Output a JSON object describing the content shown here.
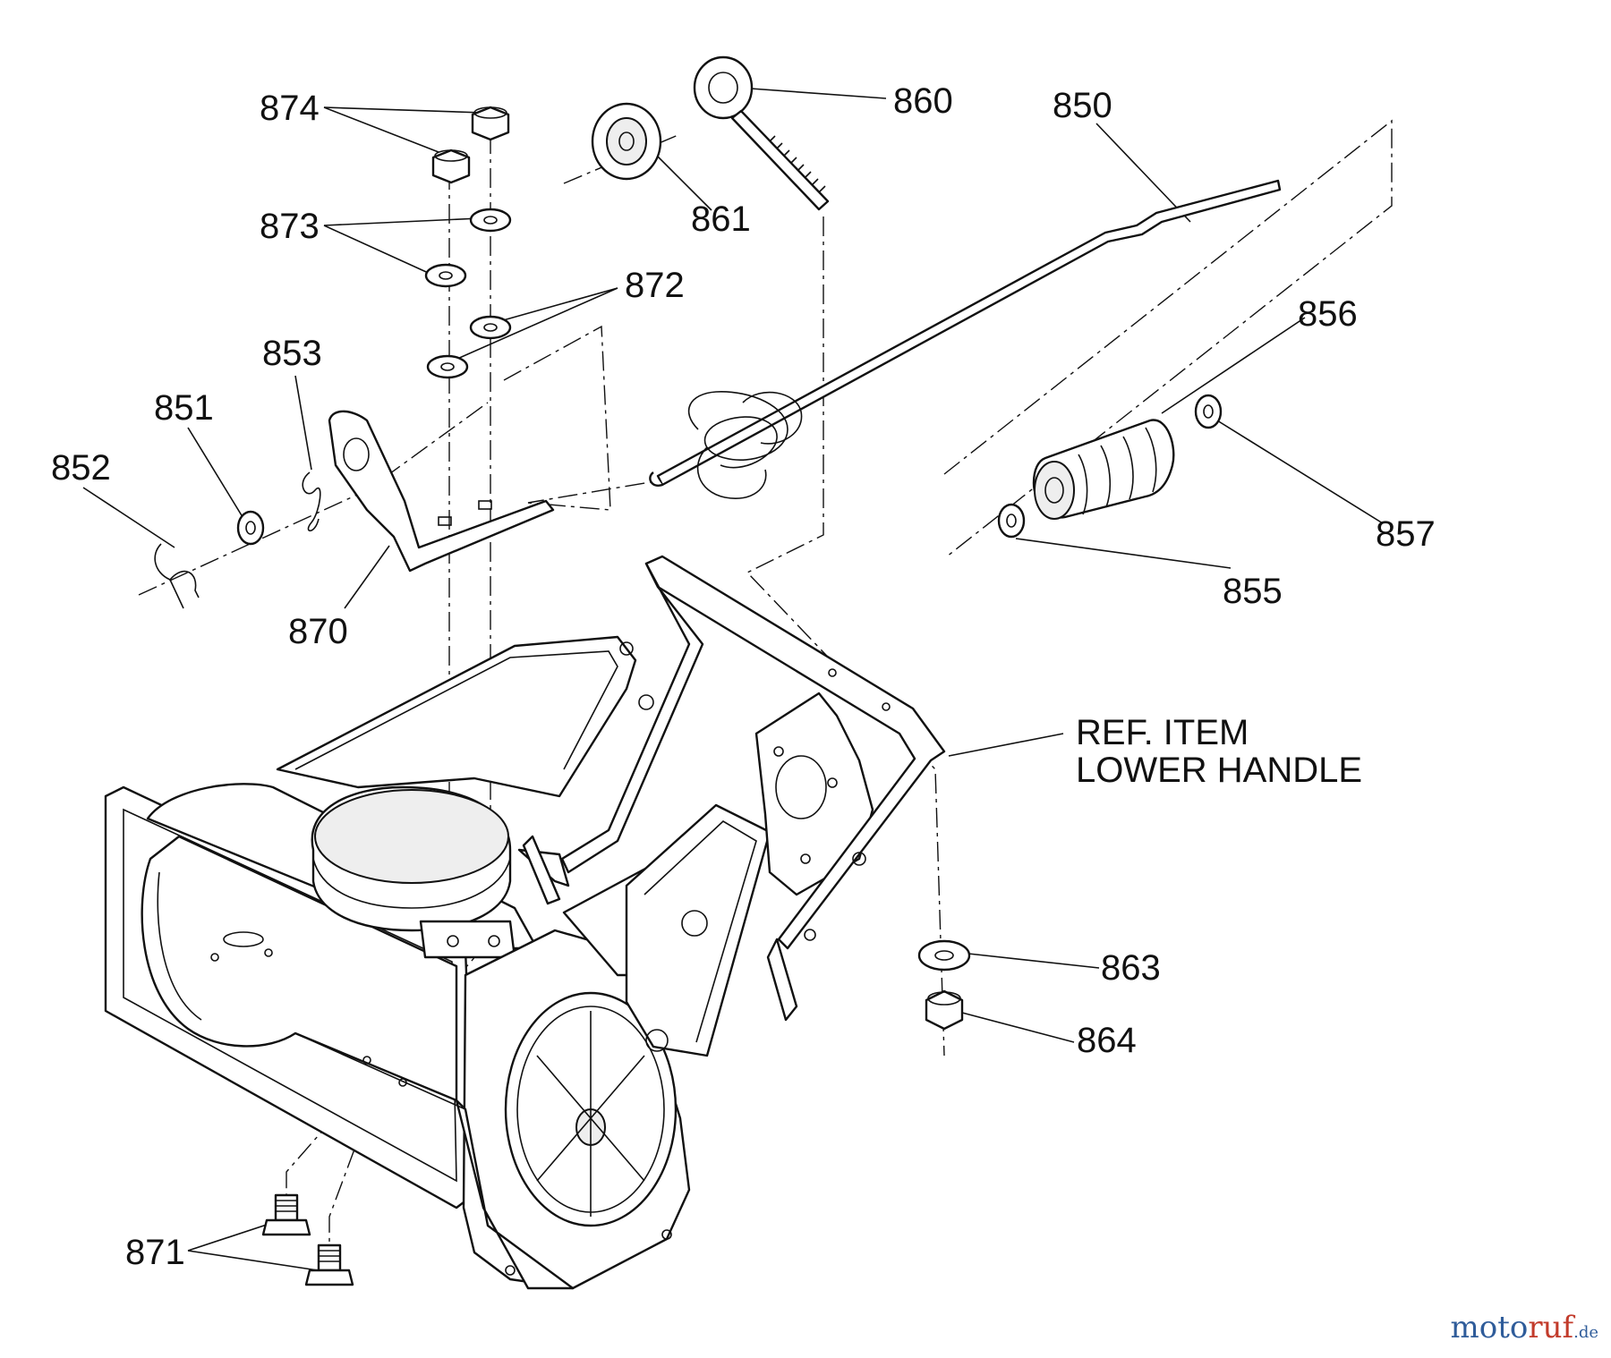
{
  "diagram": {
    "labels": {
      "p874": "874",
      "p873": "873",
      "p872": "872",
      "p853": "853",
      "p851": "851",
      "p852": "852",
      "p870": "870",
      "p860": "860",
      "p861": "861",
      "p850": "850",
      "p856": "856",
      "p857": "857",
      "p855": "855",
      "p863": "863",
      "p864": "864",
      "p871": "871"
    },
    "reference_note": {
      "line1": "REF. ITEM",
      "line2": "LOWER HANDLE"
    }
  },
  "watermark": {
    "part1": "moto",
    "part2": "ruf",
    "part3": ".de"
  }
}
